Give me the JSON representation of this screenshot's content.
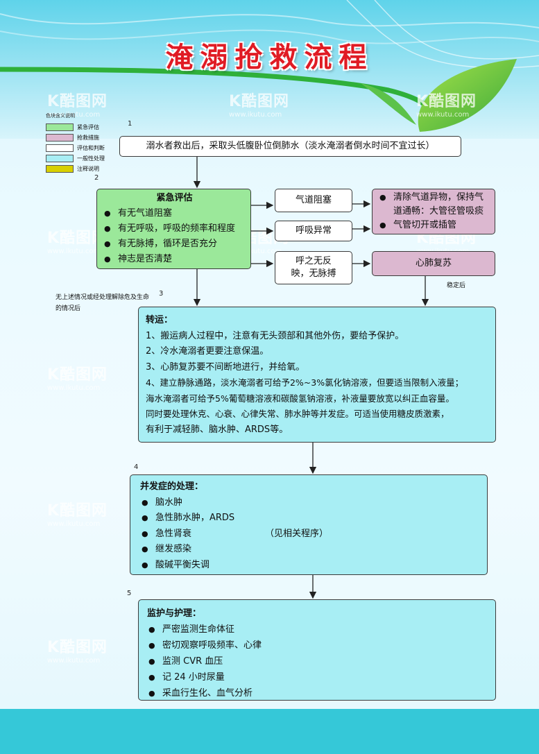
{
  "title": "淹溺抢救流程",
  "legend": {
    "title": "色块含义说明",
    "items": [
      {
        "label": "紧急评估",
        "color": "#9be89a"
      },
      {
        "label": "抢救措施",
        "color": "#dcb8d0"
      },
      {
        "label": "评估和判断",
        "color": "#ffffff"
      },
      {
        "label": "一般性处理",
        "color": "#a8eef4"
      },
      {
        "label": "注释说明",
        "color": "#d8d000"
      }
    ]
  },
  "step_numbers": [
    "1",
    "2",
    "3",
    "4",
    "5"
  ],
  "step1": "溺水者救出后，采取头低腹卧位倒肺水（淡水淹溺者倒水时间不宜过长）",
  "assessment": {
    "title": "紧急评估",
    "items": [
      "有无气道阻塞",
      "有无呼吸，呼吸的频率和程度",
      "有无脉搏，循环是否充分",
      "神志是否清楚"
    ]
  },
  "judgements": {
    "airway": "气道阻塞",
    "breathing": "呼吸异常",
    "no_pulse": "呼之无反映，无脉搏"
  },
  "measures": {
    "airway_items": [
      "清除气道异物，保持气道通畅：大管径管吸痰",
      "气管切开或插管"
    ],
    "cpr": "心肺复苏"
  },
  "notes": {
    "stable": "稳定后",
    "no_condition": "无上述情况或经处理解除危及生命的情况后"
  },
  "transfer": {
    "title": "转运：",
    "lines": [
      "1、搬运病人过程中，注意有无头颈部和其他外伤，要给予保护。",
      "2、冷水淹溺者更要注意保温。",
      "3、心肺复苏要不间断地进行，并给氧。",
      "4、建立静脉通路，淡水淹溺者可给予2%~3%氯化钠溶液，但要适当限制入液量；",
      "海水淹溺者可给予5%葡萄糖溶液和碳酸氢钠溶液，补液量要放宽以纠正血容量。",
      "同时要处理休克、心衰、心律失常、肺水肿等并发症。可适当使用糖皮质激素，",
      "有利于减轻肺、脑水肿、ARDS等。"
    ]
  },
  "complications": {
    "title": "并发症的处理：",
    "items": [
      "脑水肿",
      "急性肺水肿，ARDS",
      "急性肾衰",
      "继发感染",
      "酸碱平衡失调"
    ],
    "note": "（见相关程序）"
  },
  "monitoring": {
    "title": "监护与护理：",
    "items": [
      "严密监测生命体征",
      "密切观察呼吸频率、心律",
      "监测 CVR  血压",
      "记 24 小时尿量",
      "采血行生化、血气分析"
    ]
  },
  "watermark": {
    "brand": "K酷图网",
    "url": "www.ikutu.com"
  }
}
